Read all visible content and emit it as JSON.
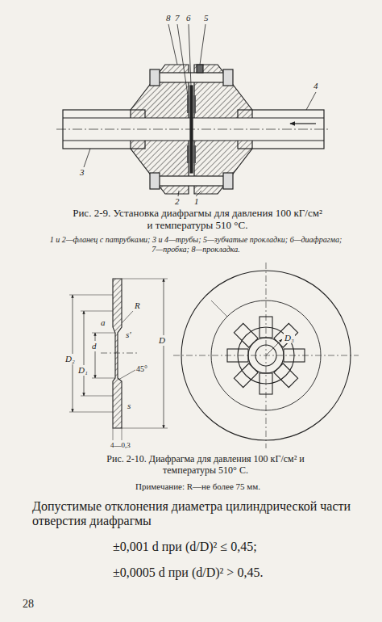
{
  "diagram": {
    "labels": [
      "8",
      "7",
      "6",
      "5",
      "4",
      "3",
      "2",
      "1",
      "Рис. 2-9. Установка диафрагмы для давления 100 кГ/см² и температуры 510 °С.",
      "1 и 2—фланец с патрубками; 3 и 4—трубы; 5—зубчатые прокладки; 6—диафрагма; 7—пробка; 8—прокладка.",
      "D₂",
      "D₁",
      "d",
      "R",
      "a",
      "s'",
      "45°",
      "D",
      "s",
      "4—0,3",
      "D₃",
      "Рис. 2-10. Диафрагма для давления 100 кГ/см² и температуры 510° С.",
      "Примечание: R—не более 75 мм.",
      "Допустимые отклонения диаметра цилиндрической части отверстия диафрагмы",
      "±0,001 d при (d/D)² ≤ 0,45;",
      "±0,0005 d при (d/D)² > 0,45.",
      "28"
    ]
  }
}
